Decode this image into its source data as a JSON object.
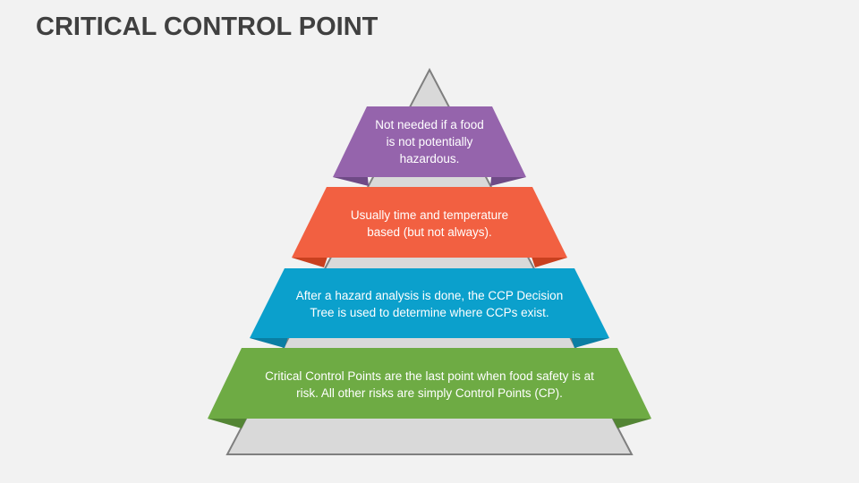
{
  "title": "CRITICAL CONTROL POINT",
  "colors": {
    "background": "#f2f2f2",
    "pyramid_fill": "#d9d9d9",
    "pyramid_stroke": "#7f7f7f",
    "level1": "#9564ac",
    "level1_fold": "#6f4a86",
    "level2": "#f26041",
    "level2_fold": "#c9401f",
    "level3": "#0ba0cc",
    "level3_fold": "#0a7ea3",
    "level4": "#6eab44",
    "level4_fold": "#538534"
  },
  "levels": [
    {
      "text_line1": "Not needed if a food",
      "text_line2": "is not potentially",
      "text_line3": "hazardous."
    },
    {
      "text_line1": "Usually time and temperature",
      "text_line2": "based (but not always)."
    },
    {
      "text_line1": "After a hazard analysis is done, the CCP Decision",
      "text_line2": "Tree is used to determine where CCPs exist."
    },
    {
      "text_line1": "Critical Control Points are the last point when food safety is at",
      "text_line2": "risk. All other risks are simply Control Points (CP)."
    }
  ]
}
